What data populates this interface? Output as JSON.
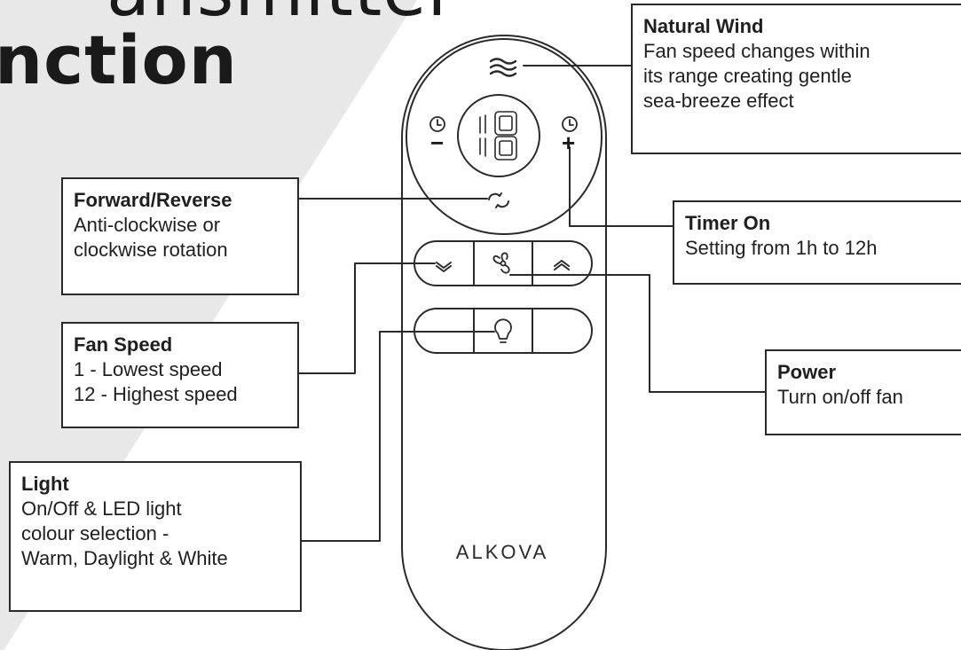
{
  "heading": {
    "line1": "ansmitter",
    "line2": "nction"
  },
  "brand": "ALKOVA",
  "colors": {
    "stroke": "#2a2a2a",
    "text": "#1f1f1f",
    "background_band": "#e8e8e8"
  },
  "callouts": {
    "natural_wind": {
      "title": "Natural Wind",
      "lines": [
        "Fan speed changes within",
        "its range creating gentle",
        "sea-breeze effect"
      ]
    },
    "forward_reverse": {
      "title": "Forward/Reverse",
      "lines": [
        "Anti-clockwise or",
        "clockwise rotation"
      ]
    },
    "timer_on": {
      "title": "Timer On",
      "lines": [
        "Setting from 1h to 12h"
      ]
    },
    "fan_speed": {
      "title": "Fan Speed",
      "lines": [
        "1 - Lowest speed",
        "12 - Highest speed"
      ]
    },
    "power": {
      "title": "Power",
      "lines": [
        "Turn on/off fan"
      ]
    },
    "light": {
      "title": "Light",
      "lines": [
        "On/Off & LED light",
        "colour selection -",
        "Warm, Daylight & White"
      ]
    }
  },
  "remote": {
    "display_digits": "18",
    "timer_minus_symbol": "−",
    "timer_plus_symbol": "+",
    "icons": [
      "natural-wind-icon",
      "timer-minus-clock-icon",
      "timer-plus-clock-icon",
      "forward-reverse-icon",
      "speed-down-chevron-icon",
      "fan-power-icon",
      "speed-up-chevron-icon",
      "light-bulb-icon"
    ]
  }
}
